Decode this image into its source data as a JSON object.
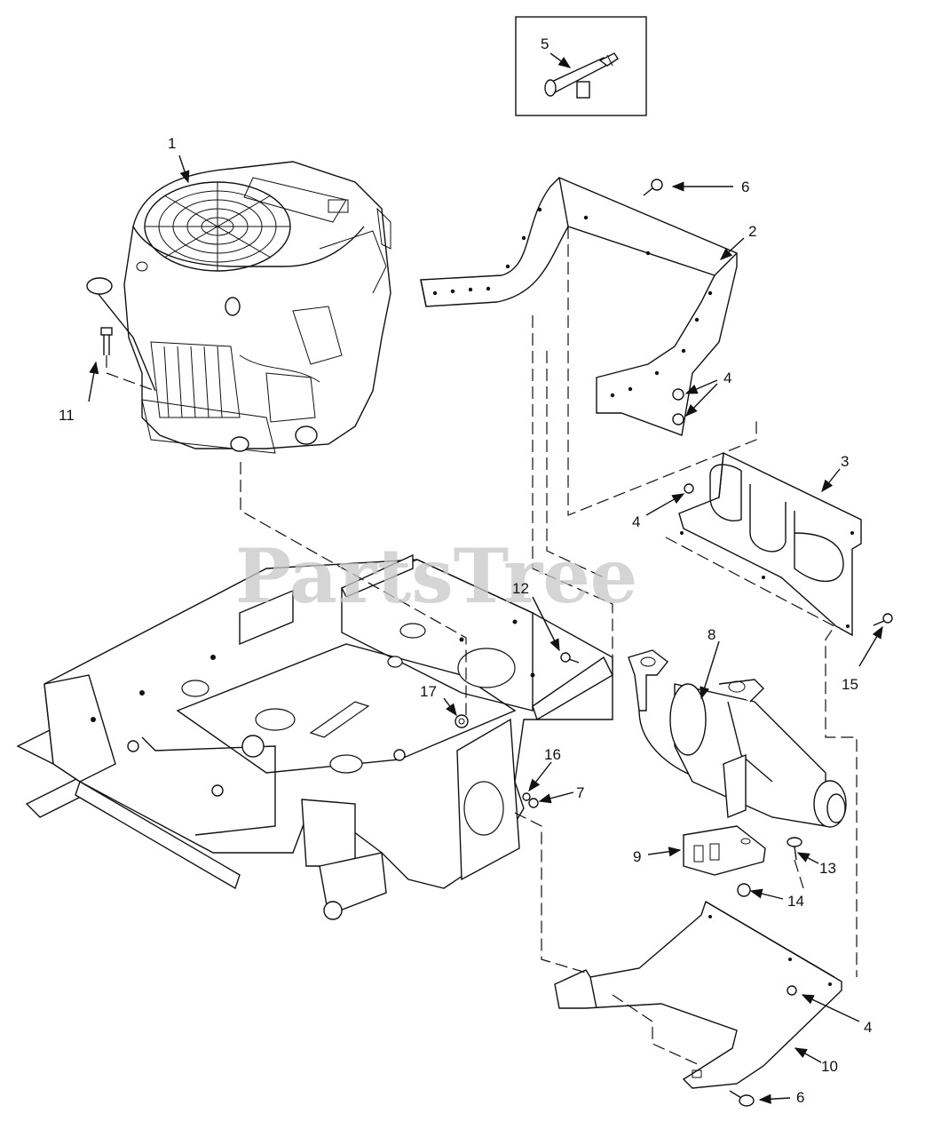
{
  "watermark": "PartsTree",
  "callouts": {
    "c1": "1",
    "c2": "2",
    "c3": "3",
    "c4a": "4",
    "c4b": "4",
    "c4c": "4",
    "c5": "5",
    "c6a": "6",
    "c6b": "6",
    "c7": "7",
    "c8": "8",
    "c9": "9",
    "c10": "10",
    "c11": "11",
    "c12": "12",
    "c13": "13",
    "c14": "14",
    "c15": "15",
    "c16": "16",
    "c17": "17"
  },
  "colors": {
    "line": "#111111",
    "background": "#ffffff",
    "watermark": "#c8c8c8"
  }
}
